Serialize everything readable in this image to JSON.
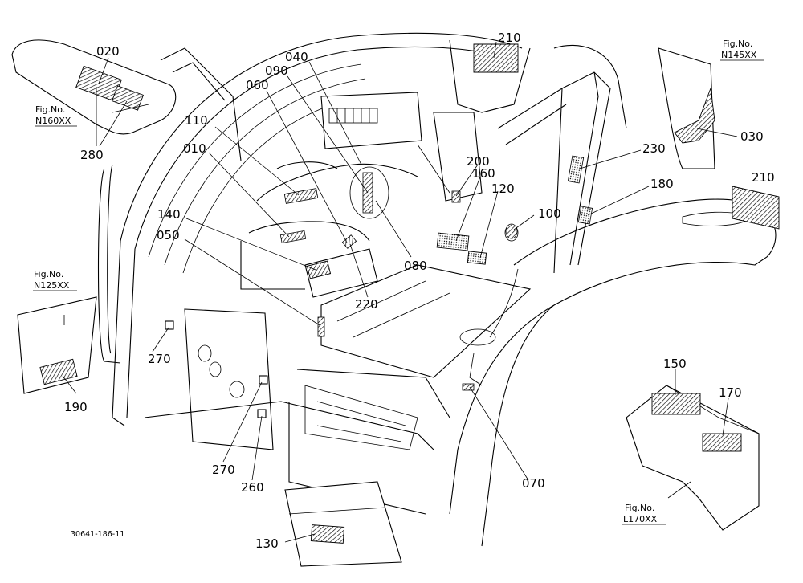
{
  "diagram_code": "30641-186-11",
  "callouts": [
    {
      "id": "c020",
      "text": "020"
    },
    {
      "id": "c280",
      "text": "280"
    },
    {
      "id": "c110",
      "text": "110"
    },
    {
      "id": "c010",
      "text": "010"
    },
    {
      "id": "c140",
      "text": "140"
    },
    {
      "id": "c050",
      "text": "050"
    },
    {
      "id": "c060",
      "text": "060"
    },
    {
      "id": "c090",
      "text": "090"
    },
    {
      "id": "c040",
      "text": "040"
    },
    {
      "id": "c210a",
      "text": "210"
    },
    {
      "id": "c210b",
      "text": "210"
    },
    {
      "id": "c030",
      "text": "030"
    },
    {
      "id": "c230",
      "text": "230"
    },
    {
      "id": "c200",
      "text": "200"
    },
    {
      "id": "c160",
      "text": "160"
    },
    {
      "id": "c120",
      "text": "120"
    },
    {
      "id": "c180",
      "text": "180"
    },
    {
      "id": "c100",
      "text": "100"
    },
    {
      "id": "c080",
      "text": "080"
    },
    {
      "id": "c220",
      "text": "220"
    },
    {
      "id": "c270a",
      "text": "270"
    },
    {
      "id": "c270b",
      "text": "270"
    },
    {
      "id": "c190",
      "text": "190"
    },
    {
      "id": "c260",
      "text": "260"
    },
    {
      "id": "c070",
      "text": "070"
    },
    {
      "id": "c150",
      "text": "150"
    },
    {
      "id": "c170",
      "text": "170"
    },
    {
      "id": "c130",
      "text": "130"
    }
  ],
  "fig_refs": [
    {
      "id": "n160",
      "label": "Fig.No.",
      "number": "N160XX"
    },
    {
      "id": "n145",
      "label": "Fig.No.",
      "number": "N145XX"
    },
    {
      "id": "n125",
      "label": "Fig.No.",
      "number": "N125XX"
    },
    {
      "id": "l170",
      "label": "Fig.No.",
      "number": "L170XX"
    }
  ]
}
